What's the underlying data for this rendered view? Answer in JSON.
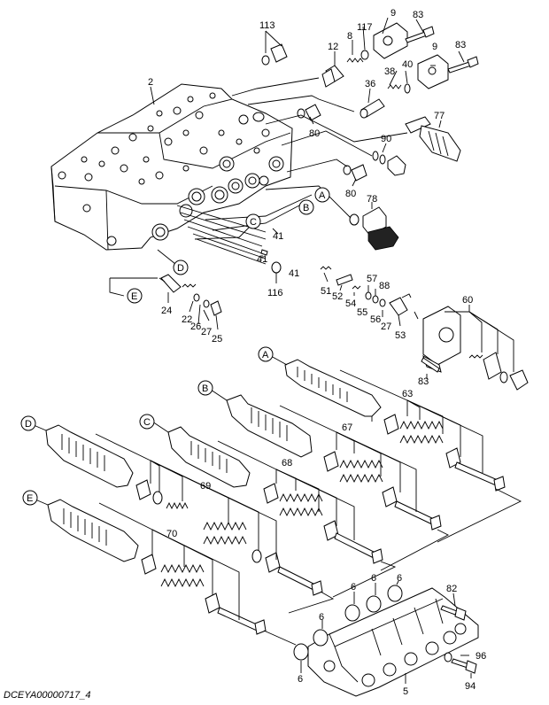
{
  "drawing_id": "DCEYA00000717_4",
  "callouts": {
    "c113": "113",
    "c117": "117",
    "c9a": "9",
    "c83a": "83",
    "c8": "8",
    "c12": "12",
    "c9b": "9",
    "c83b": "83",
    "c40": "40",
    "c38": "38",
    "c36": "36",
    "c2": "2",
    "c77": "77",
    "c80a": "80",
    "c90": "90",
    "c80b": "80",
    "c78": "78",
    "c41a": "41",
    "c41b": "41",
    "c41c": "41",
    "c116": "116",
    "c51": "51",
    "c52": "52",
    "c57": "57",
    "c88": "88",
    "c54": "54",
    "c55": "55",
    "c56": "56",
    "c27a": "27",
    "c53": "53",
    "c60": "60",
    "c24": "24",
    "c22": "22",
    "c26": "26",
    "c27b": "27",
    "c25": "25",
    "c83c": "83",
    "c63": "63",
    "c67": "67",
    "c68": "68",
    "c69": "69",
    "c70": "70",
    "c82": "82",
    "c6a": "6",
    "c6b": "6",
    "c6c": "6",
    "c6d": "6",
    "c96": "96",
    "c94": "94",
    "c5": "5",
    "c6e": "6"
  },
  "letters": {
    "A1": "A",
    "B1": "B",
    "C1": "C",
    "D1": "D",
    "E1": "E",
    "A2": "A",
    "B2": "B",
    "C2": "C",
    "D2": "D",
    "E2": "E"
  }
}
